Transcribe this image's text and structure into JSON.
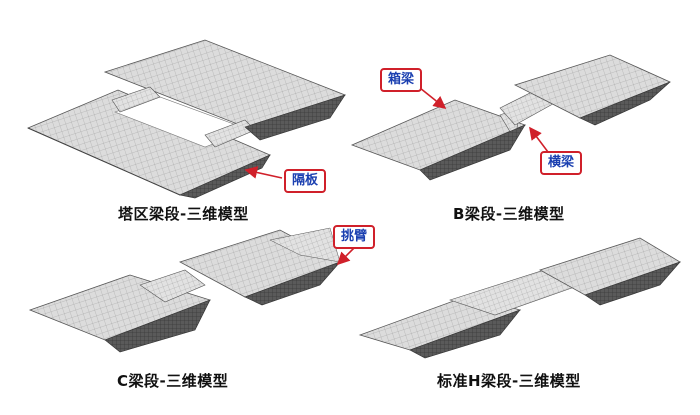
{
  "panels": [
    {
      "caption": "塔区梁段-三维模型"
    },
    {
      "caption": "B梁段-三维模型"
    },
    {
      "caption": "C梁段-三维模型"
    },
    {
      "caption": "标准H梁段-三维模型"
    }
  ],
  "callouts": {
    "diaphragm": "隔板",
    "box_girder": "箱梁",
    "cross_beam": "横梁",
    "cantilever": "挑臂"
  },
  "colors": {
    "callout_border": "#d0202a",
    "callout_text": "#1a3fb0",
    "mesh_fill": "#d9d9d9",
    "mesh_line": "#6b6b6b",
    "shadow": "#3a3a3a"
  }
}
